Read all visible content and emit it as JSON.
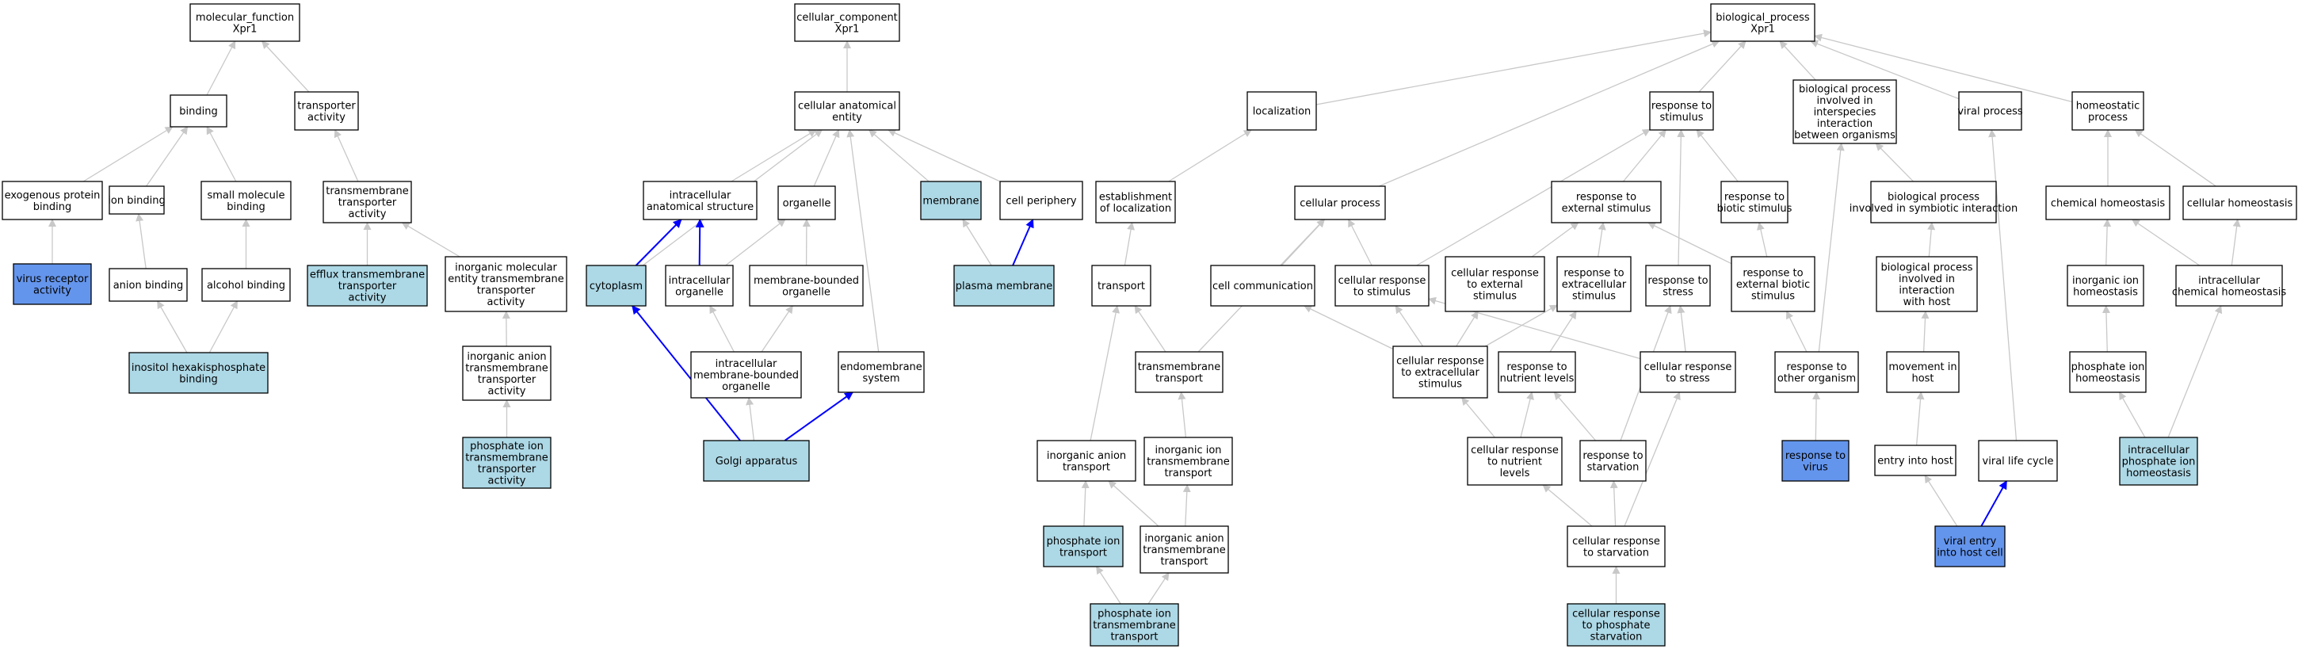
{
  "legend_colors": {
    "default": "#ffffff",
    "light": "#add8e6",
    "dark": "#6495ed",
    "edge": "#c8c8c8",
    "highlight_edge": "#0000ff"
  },
  "nodes": [
    {
      "id": "mf",
      "lines": [
        "molecular_function",
        "Xpr1"
      ],
      "fill": "default"
    },
    {
      "id": "binding",
      "lines": [
        "binding"
      ],
      "fill": "default"
    },
    {
      "id": "transporter_activity",
      "lines": [
        "transporter",
        "activity"
      ],
      "fill": "default"
    },
    {
      "id": "exogenous_protein_binding",
      "lines": [
        "exogenous protein",
        "binding"
      ],
      "fill": "default"
    },
    {
      "id": "ion_binding",
      "lines": [
        "ion binding"
      ],
      "fill": "default"
    },
    {
      "id": "small_molecule_binding",
      "lines": [
        "small molecule",
        "binding"
      ],
      "fill": "default"
    },
    {
      "id": "transmembrane_transporter_activity",
      "lines": [
        "transmembrane",
        "transporter",
        "activity"
      ],
      "fill": "default"
    },
    {
      "id": "virus_receptor_activity",
      "lines": [
        "virus receptor",
        "activity"
      ],
      "fill": "dark"
    },
    {
      "id": "anion_binding",
      "lines": [
        "anion binding"
      ],
      "fill": "default"
    },
    {
      "id": "alcohol_binding",
      "lines": [
        "alcohol binding"
      ],
      "fill": "default"
    },
    {
      "id": "efflux_transmembrane_transporter_activity",
      "lines": [
        "efflux transmembrane",
        "transporter",
        "activity"
      ],
      "fill": "light"
    },
    {
      "id": "inorganic_molecular_entity_tta",
      "lines": [
        "inorganic molecular",
        "entity transmembrane",
        "transporter",
        "activity"
      ],
      "fill": "default"
    },
    {
      "id": "inositol_hexakisphosphate_binding",
      "lines": [
        "inositol hexakisphosphate",
        "binding"
      ],
      "fill": "light"
    },
    {
      "id": "inorganic_anion_tta",
      "lines": [
        "inorganic anion",
        "transmembrane",
        "transporter",
        "activity"
      ],
      "fill": "default"
    },
    {
      "id": "phosphate_ion_tta",
      "lines": [
        "phosphate ion",
        "transmembrane",
        "transporter",
        "activity"
      ],
      "fill": "light"
    },
    {
      "id": "cc",
      "lines": [
        "cellular_component",
        "Xpr1"
      ],
      "fill": "default"
    },
    {
      "id": "cellular_anatomical_entity",
      "lines": [
        "cellular anatomical",
        "entity"
      ],
      "fill": "default"
    },
    {
      "id": "intracellular_anatomical_structure",
      "lines": [
        "intracellular",
        "anatomical structure"
      ],
      "fill": "default"
    },
    {
      "id": "organelle",
      "lines": [
        "organelle"
      ],
      "fill": "default"
    },
    {
      "id": "membrane",
      "lines": [
        "membrane"
      ],
      "fill": "light"
    },
    {
      "id": "cell_periphery",
      "lines": [
        "cell periphery"
      ],
      "fill": "default"
    },
    {
      "id": "cytoplasm",
      "lines": [
        "cytoplasm"
      ],
      "fill": "light"
    },
    {
      "id": "intracellular_organelle",
      "lines": [
        "intracellular",
        "organelle"
      ],
      "fill": "default"
    },
    {
      "id": "membrane_bounded_organelle",
      "lines": [
        "membrane-bounded",
        "organelle"
      ],
      "fill": "default"
    },
    {
      "id": "plasma_membrane",
      "lines": [
        "plasma membrane"
      ],
      "fill": "light"
    },
    {
      "id": "intracellular_membrane_bounded_organelle",
      "lines": [
        "intracellular",
        "membrane-bounded",
        "organelle"
      ],
      "fill": "default"
    },
    {
      "id": "endomembrane_system",
      "lines": [
        "endomembrane",
        "system"
      ],
      "fill": "default"
    },
    {
      "id": "golgi_apparatus",
      "lines": [
        "Golgi apparatus"
      ],
      "fill": "light"
    },
    {
      "id": "bp",
      "lines": [
        "biological_process",
        "Xpr1"
      ],
      "fill": "default"
    },
    {
      "id": "localization",
      "lines": [
        "localization"
      ],
      "fill": "default"
    },
    {
      "id": "response_to_stimulus",
      "lines": [
        "response to",
        "stimulus"
      ],
      "fill": "default"
    },
    {
      "id": "bp_interspecies",
      "lines": [
        "biological process",
        "involved in",
        "interspecies",
        "interaction",
        "between organisms"
      ],
      "fill": "default"
    },
    {
      "id": "viral_process",
      "lines": [
        "viral process"
      ],
      "fill": "default"
    },
    {
      "id": "homeostatic_process",
      "lines": [
        "homeostatic",
        "process"
      ],
      "fill": "default"
    },
    {
      "id": "establishment_of_localization",
      "lines": [
        "establishment",
        "of localization"
      ],
      "fill": "default"
    },
    {
      "id": "cellular_process",
      "lines": [
        "cellular process"
      ],
      "fill": "default"
    },
    {
      "id": "response_to_external_stimulus",
      "lines": [
        "response to",
        "external stimulus"
      ],
      "fill": "default"
    },
    {
      "id": "response_to_biotic_stimulus",
      "lines": [
        "response to",
        "biotic stimulus"
      ],
      "fill": "default"
    },
    {
      "id": "bp_symbiotic",
      "lines": [
        "biological process",
        "involved in symbiotic interaction"
      ],
      "fill": "default"
    },
    {
      "id": "chemical_homeostasis",
      "lines": [
        "chemical homeostasis"
      ],
      "fill": "default"
    },
    {
      "id": "cellular_homeostasis",
      "lines": [
        "cellular homeostasis"
      ],
      "fill": "default"
    },
    {
      "id": "transport",
      "lines": [
        "transport"
      ],
      "fill": "default"
    },
    {
      "id": "cell_communication",
      "lines": [
        "cell communication"
      ],
      "fill": "default"
    },
    {
      "id": "cellular_response_to_stimulus",
      "lines": [
        "cellular response",
        "to stimulus"
      ],
      "fill": "default"
    },
    {
      "id": "cellular_response_to_external_stimulus",
      "lines": [
        "cellular response",
        "to external",
        "stimulus"
      ],
      "fill": "default"
    },
    {
      "id": "response_to_extracellular_stimulus",
      "lines": [
        "response to",
        "extracellular",
        "stimulus"
      ],
      "fill": "default"
    },
    {
      "id": "response_to_stress",
      "lines": [
        "response to",
        "stress"
      ],
      "fill": "default"
    },
    {
      "id": "response_to_external_biotic_stimulus",
      "lines": [
        "response to",
        "external biotic",
        "stimulus"
      ],
      "fill": "default"
    },
    {
      "id": "bp_interaction_with_host",
      "lines": [
        "biological process",
        "involved in",
        "interaction",
        "with host"
      ],
      "fill": "default"
    },
    {
      "id": "inorganic_ion_homeostasis",
      "lines": [
        "inorganic ion",
        "homeostasis"
      ],
      "fill": "default"
    },
    {
      "id": "intracellular_chemical_homeostasis",
      "lines": [
        "intracellular",
        "chemical homeostasis"
      ],
      "fill": "default"
    },
    {
      "id": "transmembrane_transport",
      "lines": [
        "transmembrane",
        "transport"
      ],
      "fill": "default"
    },
    {
      "id": "cellular_response_to_extracellular_stimulus",
      "lines": [
        "cellular response",
        "to extracellular",
        "stimulus"
      ],
      "fill": "default"
    },
    {
      "id": "response_to_nutrient_levels",
      "lines": [
        "response to",
        "nutrient levels"
      ],
      "fill": "default"
    },
    {
      "id": "cellular_response_to_stress",
      "lines": [
        "cellular response",
        "to stress"
      ],
      "fill": "default"
    },
    {
      "id": "response_to_other_organism",
      "lines": [
        "response to",
        "other organism"
      ],
      "fill": "default"
    },
    {
      "id": "movement_in_host",
      "lines": [
        "movement in",
        "host"
      ],
      "fill": "default"
    },
    {
      "id": "phosphate_ion_homeostasis",
      "lines": [
        "phosphate ion",
        "homeostasis"
      ],
      "fill": "default"
    },
    {
      "id": "inorganic_anion_transport",
      "lines": [
        "inorganic anion",
        "transport"
      ],
      "fill": "default"
    },
    {
      "id": "inorganic_ion_transmembrane_transport",
      "lines": [
        "inorganic ion",
        "transmembrane",
        "transport"
      ],
      "fill": "default"
    },
    {
      "id": "cellular_response_to_nutrient_levels",
      "lines": [
        "cellular response",
        "to nutrient",
        "levels"
      ],
      "fill": "default"
    },
    {
      "id": "response_to_starvation",
      "lines": [
        "response to",
        "starvation"
      ],
      "fill": "default"
    },
    {
      "id": "response_to_virus",
      "lines": [
        "response to",
        "virus"
      ],
      "fill": "dark"
    },
    {
      "id": "entry_into_host",
      "lines": [
        "entry into host"
      ],
      "fill": "default"
    },
    {
      "id": "viral_life_cycle",
      "lines": [
        "viral life cycle"
      ],
      "fill": "default"
    },
    {
      "id": "intracellular_phosphate_ion_homeostasis",
      "lines": [
        "intracellular",
        "phosphate ion",
        "homeostasis"
      ],
      "fill": "light"
    },
    {
      "id": "phosphate_ion_transport",
      "lines": [
        "phosphate ion",
        "transport"
      ],
      "fill": "light"
    },
    {
      "id": "inorganic_anion_transmembrane_transport",
      "lines": [
        "inorganic anion",
        "transmembrane",
        "transport"
      ],
      "fill": "default"
    },
    {
      "id": "cellular_response_to_starvation",
      "lines": [
        "cellular response",
        "to starvation"
      ],
      "fill": "default"
    },
    {
      "id": "viral_entry_into_host_cell",
      "lines": [
        "viral entry",
        "into host cell"
      ],
      "fill": "dark"
    },
    {
      "id": "phosphate_ion_transmembrane_transport",
      "lines": [
        "phosphate ion",
        "transmembrane",
        "transport"
      ],
      "fill": "light"
    },
    {
      "id": "cellular_response_to_phosphate_starvation",
      "lines": [
        "cellular response",
        "to phosphate",
        "starvation"
      ],
      "fill": "light"
    }
  ],
  "edges": [
    {
      "from": "binding",
      "to": "mf"
    },
    {
      "from": "transporter_activity",
      "to": "mf"
    },
    {
      "from": "exogenous_protein_binding",
      "to": "binding"
    },
    {
      "from": "ion_binding",
      "to": "binding"
    },
    {
      "from": "small_molecule_binding",
      "to": "binding"
    },
    {
      "from": "transmembrane_transporter_activity",
      "to": "transporter_activity"
    },
    {
      "from": "virus_receptor_activity",
      "to": "exogenous_protein_binding"
    },
    {
      "from": "anion_binding",
      "to": "ion_binding"
    },
    {
      "from": "alcohol_binding",
      "to": "small_molecule_binding"
    },
    {
      "from": "efflux_transmembrane_transporter_activity",
      "to": "transmembrane_transporter_activity"
    },
    {
      "from": "inorganic_molecular_entity_tta",
      "to": "transmembrane_transporter_activity"
    },
    {
      "from": "inositol_hexakisphosphate_binding",
      "to": "anion_binding"
    },
    {
      "from": "inositol_hexakisphosphate_binding",
      "to": "alcohol_binding"
    },
    {
      "from": "inorganic_anion_tta",
      "to": "inorganic_molecular_entity_tta"
    },
    {
      "from": "phosphate_ion_tta",
      "to": "inorganic_anion_tta"
    },
    {
      "from": "cellular_anatomical_entity",
      "to": "cc"
    },
    {
      "from": "intracellular_anatomical_structure",
      "to": "cellular_anatomical_entity"
    },
    {
      "from": "organelle",
      "to": "cellular_anatomical_entity"
    },
    {
      "from": "membrane",
      "to": "cellular_anatomical_entity"
    },
    {
      "from": "cell_periphery",
      "to": "cellular_anatomical_entity"
    },
    {
      "from": "cytoplasm",
      "to": "cellular_anatomical_entity"
    },
    {
      "from": "endomembrane_system",
      "to": "cellular_anatomical_entity"
    },
    {
      "from": "cytoplasm",
      "to": "intracellular_anatomical_structure",
      "highlight": true
    },
    {
      "from": "intracellular_organelle",
      "to": "intracellular_anatomical_structure",
      "highlight": true
    },
    {
      "from": "intracellular_organelle",
      "to": "organelle"
    },
    {
      "from": "membrane_bounded_organelle",
      "to": "organelle"
    },
    {
      "from": "plasma_membrane",
      "to": "membrane"
    },
    {
      "from": "plasma_membrane",
      "to": "cell_periphery",
      "highlight": true
    },
    {
      "from": "intracellular_membrane_bounded_organelle",
      "to": "intracellular_organelle"
    },
    {
      "from": "intracellular_membrane_bounded_organelle",
      "to": "membrane_bounded_organelle"
    },
    {
      "from": "golgi_apparatus",
      "to": "cytoplasm",
      "highlight": true
    },
    {
      "from": "golgi_apparatus",
      "to": "intracellular_membrane_bounded_organelle"
    },
    {
      "from": "golgi_apparatus",
      "to": "endomembrane_system",
      "highlight": true
    },
    {
      "from": "localization",
      "to": "bp"
    },
    {
      "from": "response_to_stimulus",
      "to": "bp"
    },
    {
      "from": "bp_interspecies",
      "to": "bp"
    },
    {
      "from": "viral_process",
      "to": "bp"
    },
    {
      "from": "homeostatic_process",
      "to": "bp"
    },
    {
      "from": "cellular_process",
      "to": "bp"
    },
    {
      "from": "establishment_of_localization",
      "to": "localization"
    },
    {
      "from": "response_to_external_stimulus",
      "to": "response_to_stimulus"
    },
    {
      "from": "response_to_biotic_stimulus",
      "to": "response_to_stimulus"
    },
    {
      "from": "response_to_stress",
      "to": "response_to_stimulus"
    },
    {
      "from": "cellular_response_to_stimulus",
      "to": "response_to_stimulus"
    },
    {
      "from": "bp_symbiotic",
      "to": "bp_interspecies"
    },
    {
      "from": "chemical_homeostasis",
      "to": "homeostatic_process"
    },
    {
      "from": "cellular_homeostasis",
      "to": "homeostatic_process"
    },
    {
      "from": "transport",
      "to": "establishment_of_localization"
    },
    {
      "from": "cell_communication",
      "to": "cellular_process"
    },
    {
      "from": "cellular_response_to_stimulus",
      "to": "cellular_process"
    },
    {
      "from": "transmembrane_transport",
      "to": "cellular_process"
    },
    {
      "from": "cellular_response_to_external_stimulus",
      "to": "response_to_external_stimulus"
    },
    {
      "from": "response_to_extracellular_stimulus",
      "to": "response_to_external_stimulus"
    },
    {
      "from": "response_to_external_biotic_stimulus",
      "to": "response_to_external_stimulus"
    },
    {
      "from": "response_to_external_biotic_stimulus",
      "to": "response_to_biotic_stimulus"
    },
    {
      "from": "bp_interaction_with_host",
      "to": "bp_symbiotic"
    },
    {
      "from": "inorganic_ion_homeostasis",
      "to": "chemical_homeostasis"
    },
    {
      "from": "intracellular_chemical_homeostasis",
      "to": "chemical_homeostasis"
    },
    {
      "from": "intracellular_chemical_homeostasis",
      "to": "cellular_homeostasis"
    },
    {
      "from": "transmembrane_transport",
      "to": "transport"
    },
    {
      "from": "inorganic_anion_transport",
      "to": "transport"
    },
    {
      "from": "cellular_response_to_extracellular_stimulus",
      "to": "cell_communication"
    },
    {
      "from": "cellular_response_to_extracellular_stimulus",
      "to": "cellular_response_to_stimulus"
    },
    {
      "from": "cellular_response_to_stress",
      "to": "cellular_response_to_stimulus"
    },
    {
      "from": "cellular_response_to_extracellular_stimulus",
      "to": "cellular_response_to_external_stimulus"
    },
    {
      "from": "cellular_response_to_extracellular_stimulus",
      "to": "response_to_extracellular_stimulus"
    },
    {
      "from": "response_to_nutrient_levels",
      "to": "response_to_extracellular_stimulus"
    },
    {
      "from": "cellular_response_to_stress",
      "to": "response_to_stress"
    },
    {
      "from": "response_to_starvation",
      "to": "response_to_stress"
    },
    {
      "from": "response_to_other_organism",
      "to": "response_to_external_biotic_stimulus"
    },
    {
      "from": "response_to_other_organism",
      "to": "bp_interspecies"
    },
    {
      "from": "movement_in_host",
      "to": "bp_interaction_with_host"
    },
    {
      "from": "phosphate_ion_homeostasis",
      "to": "inorganic_ion_homeostasis"
    },
    {
      "from": "intracellular_phosphate_ion_homeostasis",
      "to": "phosphate_ion_homeostasis"
    },
    {
      "from": "intracellular_phosphate_ion_homeostasis",
      "to": "intracellular_chemical_homeostasis"
    },
    {
      "from": "inorganic_ion_transmembrane_transport",
      "to": "transmembrane_transport"
    },
    {
      "from": "cellular_response_to_nutrient_levels",
      "to": "cellular_response_to_extracellular_stimulus"
    },
    {
      "from": "cellular_response_to_nutrient_levels",
      "to": "response_to_nutrient_levels"
    },
    {
      "from": "response_to_starvation",
      "to": "response_to_nutrient_levels"
    },
    {
      "from": "phosphate_ion_transport",
      "to": "inorganic_anion_transport"
    },
    {
      "from": "inorganic_anion_transmembrane_transport",
      "to": "inorganic_anion_transport"
    },
    {
      "from": "inorganic_anion_transmembrane_transport",
      "to": "inorganic_ion_transmembrane_transport"
    },
    {
      "from": "cellular_response_to_starvation",
      "to": "cellular_response_to_nutrient_levels"
    },
    {
      "from": "cellular_response_to_starvation",
      "to": "response_to_starvation"
    },
    {
      "from": "cellular_response_to_starvation",
      "to": "cellular_response_to_stress"
    },
    {
      "from": "response_to_virus",
      "to": "response_to_other_organism"
    },
    {
      "from": "entry_into_host",
      "to": "movement_in_host"
    },
    {
      "from": "viral_life_cycle",
      "to": "viral_process"
    },
    {
      "from": "viral_entry_into_host_cell",
      "to": "entry_into_host"
    },
    {
      "from": "viral_entry_into_host_cell",
      "to": "viral_life_cycle",
      "highlight": true
    },
    {
      "from": "phosphate_ion_transmembrane_transport",
      "to": "phosphate_ion_transport"
    },
    {
      "from": "phosphate_ion_transmembrane_transport",
      "to": "inorganic_anion_transmembrane_transport"
    },
    {
      "from": "cellular_response_to_phosphate_starvation",
      "to": "cellular_response_to_starvation"
    }
  ]
}
